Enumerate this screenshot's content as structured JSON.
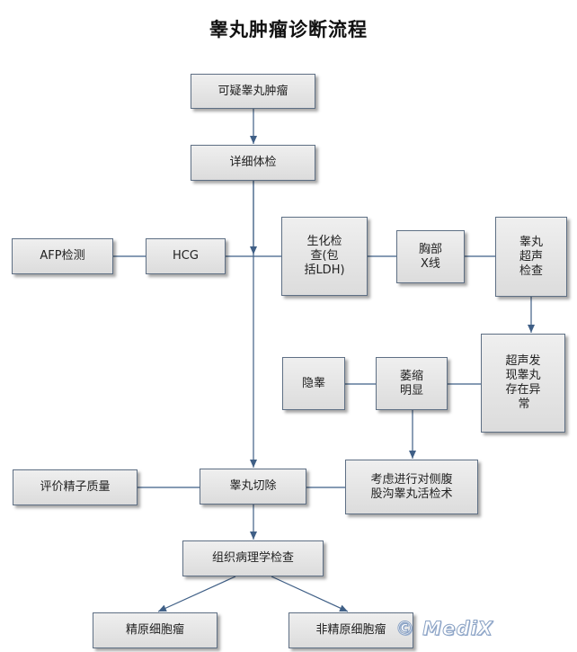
{
  "diagram": {
    "title": "睾丸肿瘤诊断流程",
    "nodes": {
      "suspect": "可疑睾丸肿瘤",
      "exam": "详细体检",
      "afp": "AFP检测",
      "hcg": "HCG",
      "biochem": [
        "生化检",
        "查(包",
        "括LDH)"
      ],
      "chest_xray": [
        "胸部",
        "X线"
      ],
      "testis_us": [
        "睾丸",
        "超声",
        "检查"
      ],
      "us_found": [
        "超声发",
        "现睾丸",
        "存在异",
        "常"
      ],
      "cryptorchid": "隐睾",
      "atrophy": [
        "萎缩",
        "明显"
      ],
      "contralateral_biopsy": [
        "考虑进行对侧腹",
        "股沟睾丸活检术"
      ],
      "semen": "评价精子质量",
      "orchiectomy": "睾丸切除",
      "pathology": "组织病理学检查",
      "seminoma": "精原细胞瘤",
      "nonseminoma": "非精原细胞瘤"
    },
    "watermark": "© MediX",
    "colors": {
      "line": "#3f5f86",
      "box_border": "#5e6f84",
      "box_fill_top": "#efefef",
      "box_fill_bottom": "#dcdcdc"
    }
  }
}
